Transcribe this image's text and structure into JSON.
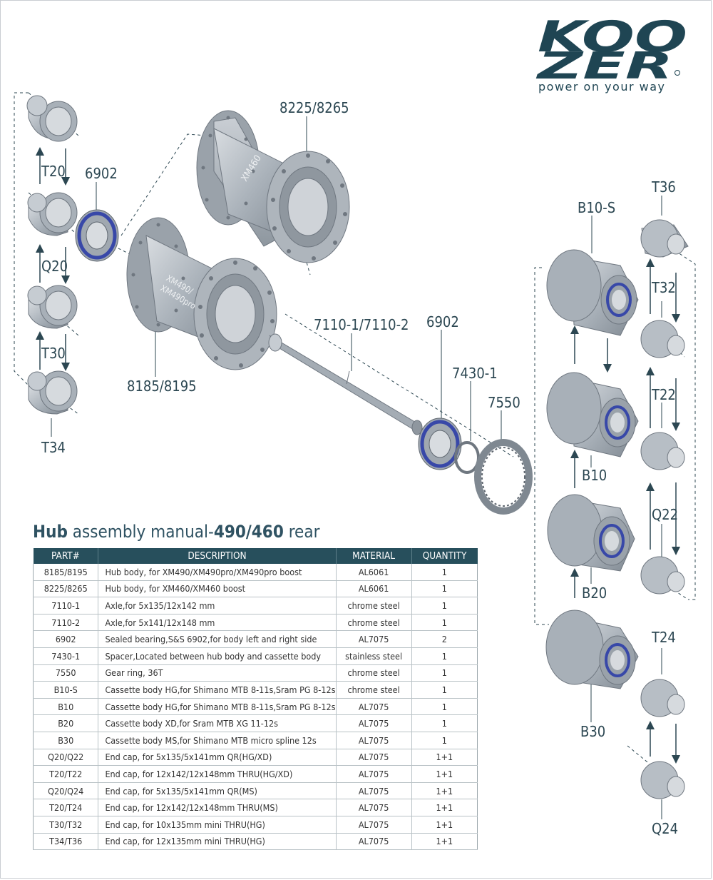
{
  "brand": {
    "logo_line1": "KOO",
    "logo_line2": "ZER",
    "tagline": "power on your way",
    "color": "#1f4553"
  },
  "title": {
    "bold1": "Hub",
    "mid": " assembly manual-",
    "bold2": "490/460",
    "tail": " rear"
  },
  "labels": {
    "hub_upper": "8225/8265",
    "hub_lower": "8185/8195",
    "bearing_left": "6902",
    "bearing_right": "6902",
    "axle": "7110-1/7110-2",
    "spacer": "7430-1",
    "gear_ring": "7550",
    "cap_t20": "T20",
    "cap_q20": "Q20",
    "cap_t30": "T30",
    "cap_t34": "T34",
    "body_b10s": "B10-S",
    "body_b10": "B10",
    "body_b20": "B20",
    "body_b30": "B30",
    "cap_t36": "T36",
    "cap_t32": "T32",
    "cap_t22": "T22",
    "cap_q22": "Q22",
    "cap_t24": "T24",
    "cap_q24": "Q24",
    "hub_text_upper": "XM460",
    "hub_text_lower_1": "XM490/",
    "hub_text_lower_2": "XM490pro"
  },
  "table": {
    "headers": [
      "PART#",
      "DESCRIPTION",
      "MATERIAL",
      "QUANTITY"
    ],
    "rows": [
      [
        "8185/8195",
        "Hub body, for XM490/XM490pro/XM490pro boost",
        "AL6061",
        "1"
      ],
      [
        "8225/8265",
        "Hub body, for XM460/XM460 boost",
        "AL6061",
        "1"
      ],
      [
        "7110-1",
        "Axle,for 5x135/12x142 mm",
        "chrome steel",
        "1"
      ],
      [
        "7110-2",
        "Axle,for 5x141/12x148 mm",
        "chrome steel",
        "1"
      ],
      [
        "6902",
        "Sealed bearing,S&S 6902,for body left and right side",
        "AL7075",
        "2"
      ],
      [
        "7430-1",
        "Spacer,Located between hub body and cassette body",
        "stainless steel",
        "1"
      ],
      [
        "7550",
        "Gear ring, 36T",
        "chrome steel",
        "1"
      ],
      [
        "B10-S",
        "Cassette body HG,for Shimano MTB 8-11s,Sram PG 8-12s",
        "chrome steel",
        "1"
      ],
      [
        "B10",
        "Cassette body HG,for Shimano MTB 8-11s,Sram PG 8-12s",
        "AL7075",
        "1"
      ],
      [
        "B20",
        "Cassette body XD,for Sram MTB XG 11-12s",
        "AL7075",
        "1"
      ],
      [
        "B30",
        "Cassette body MS,for Shimano MTB micro spline 12s",
        "AL7075",
        "1"
      ],
      [
        "Q20/Q22",
        "End cap, for 5x135/5x141mm QR(HG/XD)",
        "AL7075",
        "1+1"
      ],
      [
        "T20/T22",
        "End cap, for 12x142/12x148mm THRU(HG/XD)",
        "AL7075",
        "1+1"
      ],
      [
        "Q20/Q24",
        "End cap, for 5x135/5x141mm QR(MS)",
        "AL7075",
        "1+1"
      ],
      [
        "T20/T24",
        "End cap, for 12x142/12x148mm THRU(MS)",
        "AL7075",
        "1+1"
      ],
      [
        "T30/T32",
        "End cap, for 10x135mm mini THRU(HG)",
        "AL7075",
        "1+1"
      ],
      [
        "T34/T36",
        "End cap, for 12x135mm mini THRU(HG)",
        "AL7075",
        "1+1"
      ]
    ]
  },
  "colors": {
    "label": "#2c4752",
    "table_header": "#274f5c",
    "part_fill": "#b4bbc2",
    "part_dark": "#6f7780",
    "bearing_seal": "#3848a8"
  }
}
